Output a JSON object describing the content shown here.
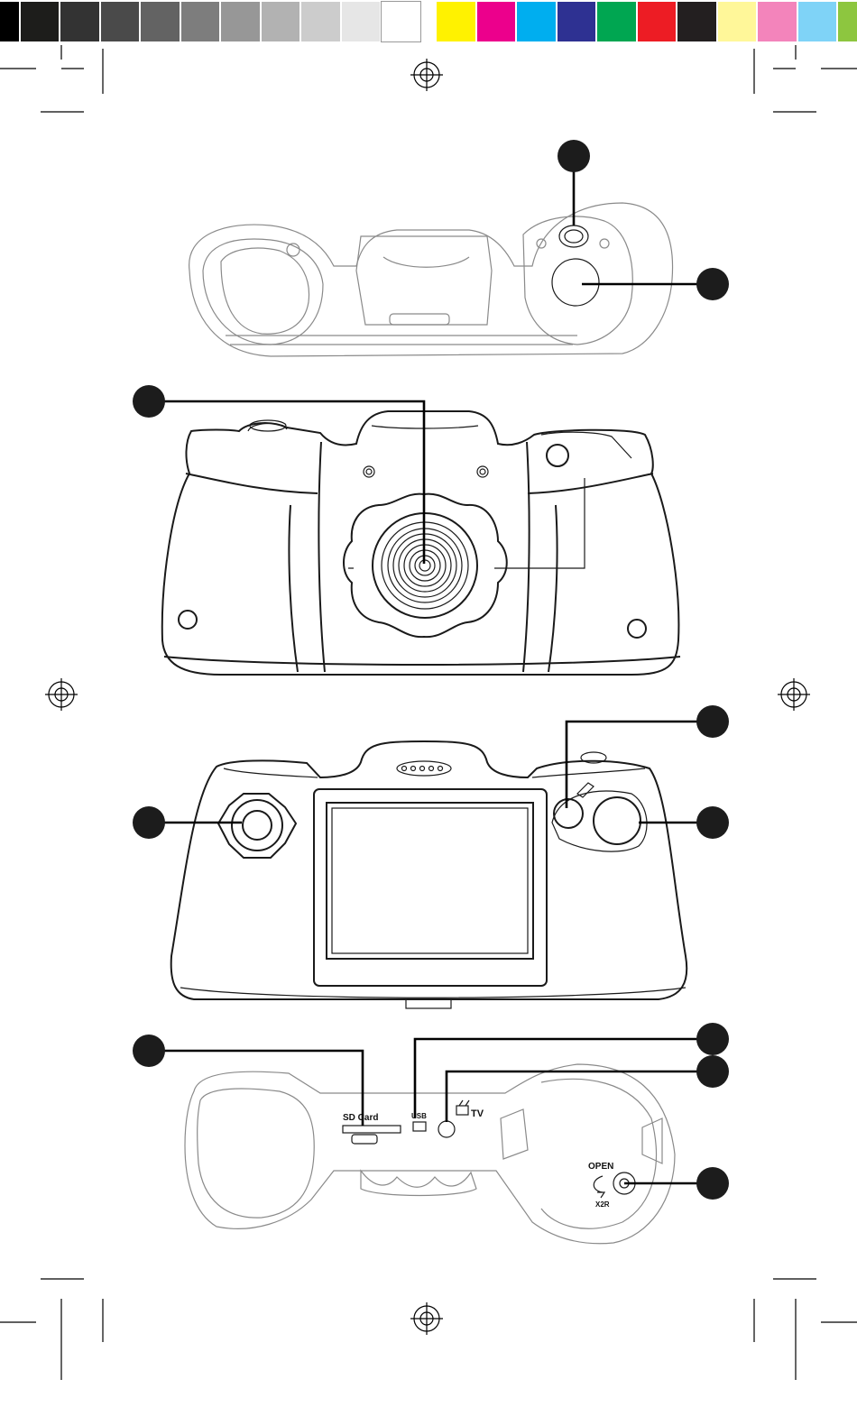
{
  "print_marks": {
    "grays": [
      "#000000",
      "#1d1d1b",
      "#333333",
      "#4a4a4a",
      "#636363",
      "#7d7d7d",
      "#979797",
      "#b2b2b2",
      "#cccccc",
      "#e6e6e6",
      "#ffffff"
    ],
    "process": [
      "#fff200",
      "#ec008c",
      "#00aeef",
      "#2e3192",
      "#00a651",
      "#ed1c24",
      "#231f20",
      "#fff799",
      "#f384bb",
      "#7fd3f7",
      "#8dc63f"
    ]
  },
  "bottom_view": {
    "sd_card_label": "SD Card",
    "usb_label": "USB",
    "tv_label": "TV",
    "open_label": "OPEN",
    "close_label": "X2R"
  },
  "callouts": {
    "count": 10,
    "color": "#1c1c1c"
  }
}
